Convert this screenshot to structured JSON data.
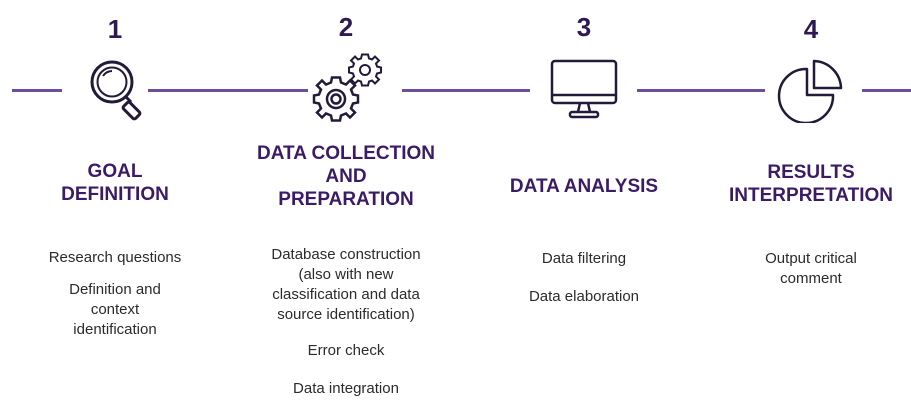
{
  "accent_color": "#6b4f9a",
  "title_color": "#3b1b66",
  "steps": [
    {
      "number": "1",
      "icon": "magnifier-icon",
      "title": "GOAL\nDEFINITION",
      "items": [
        "Research questions",
        "Definition and\ncontext\nidentification"
      ]
    },
    {
      "number": "2",
      "icon": "gears-icon",
      "title": "DATA COLLECTION\nAND\nPREPARATION",
      "items": [
        "Database construction\n(also with new\nclassification and data\nsource identification)",
        "Error check",
        "Data integration"
      ]
    },
    {
      "number": "3",
      "icon": "monitor-icon",
      "title": "DATA ANALYSIS",
      "items": [
        "Data filtering",
        "Data elaboration"
      ]
    },
    {
      "number": "4",
      "icon": "pie-chart-icon",
      "title": "RESULTS\nINTERPRETATION",
      "items": [
        "Output critical\ncomment"
      ]
    }
  ]
}
